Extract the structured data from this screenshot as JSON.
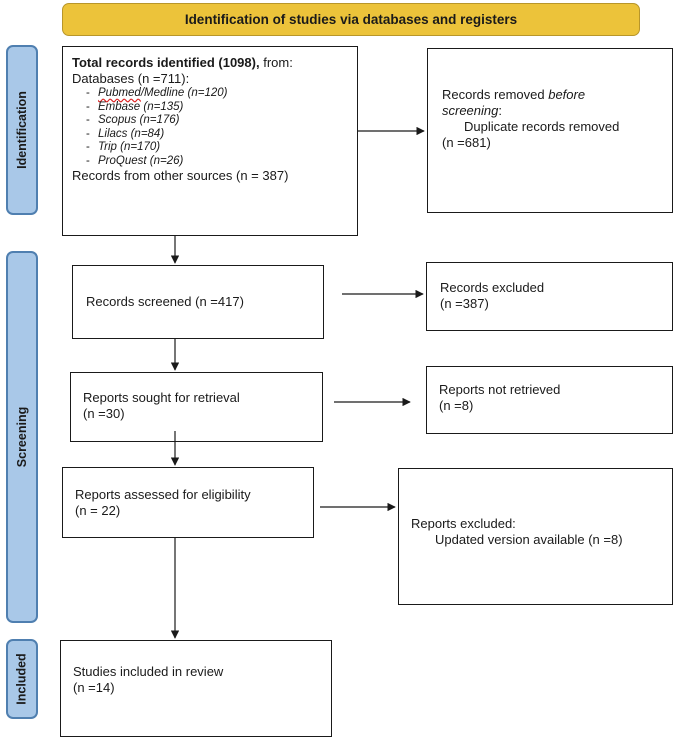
{
  "header": {
    "title": "Identification of studies via databases and registers"
  },
  "phases": {
    "identification": "Identification",
    "screening": "Screening",
    "included": "Included"
  },
  "identified": {
    "title_bold": "Total records identified (1098),",
    "title_rest": " from:",
    "databases_label": "Databases (n =711):",
    "databases": [
      {
        "name": "Pubmed",
        "rest": "/Medline (n=120)"
      },
      {
        "name": "Embase (n=135)",
        "rest": ""
      },
      {
        "name": "Scopus (n=176)",
        "rest": ""
      },
      {
        "name": "Lilacs (n=84)",
        "rest": ""
      },
      {
        "name": "Trip (n=170)",
        "rest": ""
      },
      {
        "name": "ProQuest (n=26)",
        "rest": ""
      }
    ],
    "other_sources": "Records from other sources (n = 387)"
  },
  "removed": {
    "prefix": "Records removed ",
    "italic1": "before",
    "italic2": "screening",
    "colon": ":",
    "detail": "Duplicate records removed",
    "count": "(n =681)"
  },
  "screened": {
    "text": "Records screened (n =417)"
  },
  "excluded": {
    "line1": "Records excluded",
    "line2": "(n =387)"
  },
  "sought": {
    "line1": "Reports sought for retrieval",
    "line2": "(n =30)"
  },
  "not_retrieved": {
    "line1": "Reports not retrieved",
    "line2": "(n =8)"
  },
  "assessed": {
    "line1": "Reports assessed for eligibility",
    "line2": "(n = 22)"
  },
  "reports_excluded": {
    "line1": "Reports excluded:",
    "line2": "Updated version available (n =8)"
  },
  "included_box": {
    "line1": "Studies included in review",
    "line2": "(n =14)"
  }
}
